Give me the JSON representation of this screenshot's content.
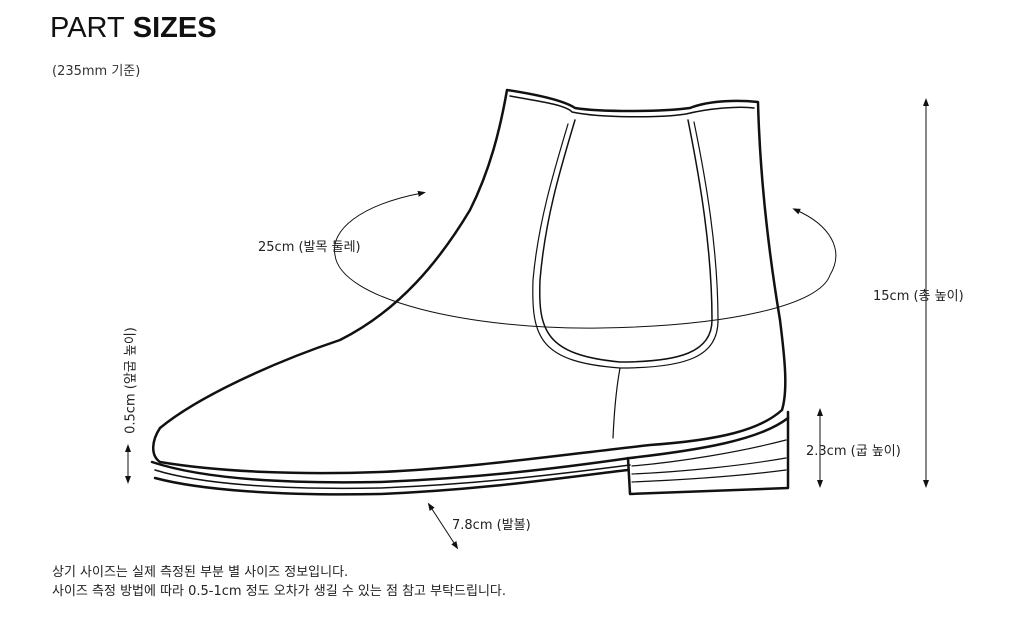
{
  "header": {
    "title_light": "PART",
    "title_bold": "SIZES",
    "subtitle": "(235mm 기준)"
  },
  "measurements": {
    "ankle_circumference": "25cm (발목 둘레)",
    "total_height": "15cm (총 높이)",
    "front_heel_height": "0.5cm (앞굽 높이)",
    "heel_height": "2.3cm (굽 높이)",
    "ball_width": "7.8cm (발볼)"
  },
  "notes": {
    "line1": "상기 사이즈는 실제 측정된 부분 별 사이즈 정보입니다.",
    "line2": "사이즈 측정 방법에 따라 0.5-1cm 정도 오차가 생길 수 있는 점 참고 부탁드립니다."
  },
  "colors": {
    "line": "#111111",
    "text": "#222222",
    "background": "#ffffff"
  }
}
